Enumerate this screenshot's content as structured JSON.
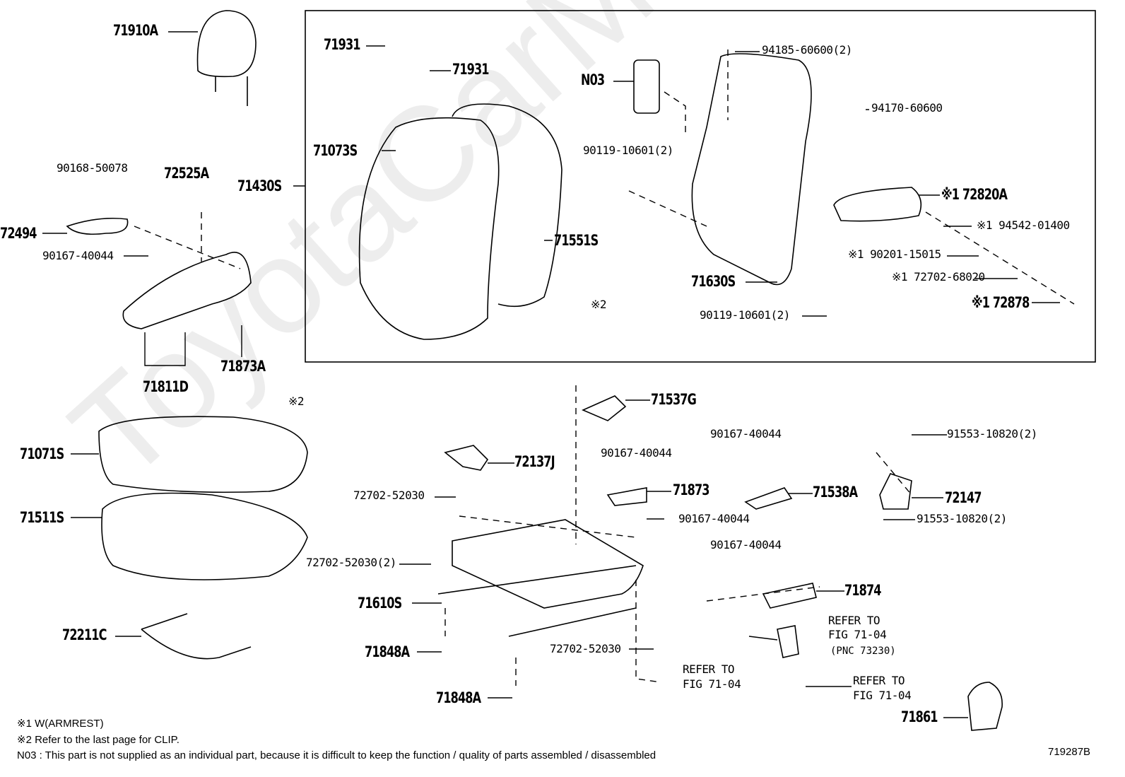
{
  "watermark": "ToyotaCarMe.ru",
  "figure_code": "719287B",
  "labels": [
    {
      "text": "71910A",
      "size": "L"
    },
    {
      "text": "71931",
      "size": "L"
    },
    {
      "text": "71931",
      "size": "L"
    },
    {
      "text": "N03",
      "size": "L"
    },
    {
      "text": "94185-60600(2)",
      "size": "S"
    },
    {
      "text": "94170-60600",
      "size": "S"
    },
    {
      "text": "71073S",
      "size": "L"
    },
    {
      "text": "90119-10601(2)",
      "size": "S"
    },
    {
      "text": "71430S",
      "size": "L"
    },
    {
      "text": "90168-50078",
      "size": "S"
    },
    {
      "text": "72525A",
      "size": "L"
    },
    {
      "text": "※1 72820A",
      "size": "L"
    },
    {
      "text": "72494",
      "size": "L"
    },
    {
      "text": "90167-40044",
      "size": "S"
    },
    {
      "text": "71551S",
      "size": "L"
    },
    {
      "text": "※1 94542-01400",
      "size": "S"
    },
    {
      "text": "※1 90201-15015",
      "size": "S"
    },
    {
      "text": "※1 72702-68020",
      "size": "S"
    },
    {
      "text": "71630S",
      "size": "L"
    },
    {
      "text": "※1 72878",
      "size": "L"
    },
    {
      "text": "※2",
      "size": "S"
    },
    {
      "text": "90119-10601(2)",
      "size": "S"
    },
    {
      "text": "71873A",
      "size": "L"
    },
    {
      "text": "71811D",
      "size": "L"
    },
    {
      "text": "※2",
      "size": "S"
    },
    {
      "text": "71537G",
      "size": "L"
    },
    {
      "text": "90167-40044",
      "size": "S"
    },
    {
      "text": "91553-10820(2)",
      "size": "S"
    },
    {
      "text": "71071S",
      "size": "L"
    },
    {
      "text": "90167-40044",
      "size": "S"
    },
    {
      "text": "72137J",
      "size": "L"
    },
    {
      "text": "71873",
      "size": "L"
    },
    {
      "text": "71538A",
      "size": "L"
    },
    {
      "text": "72147",
      "size": "L"
    },
    {
      "text": "72702-52030",
      "size": "S"
    },
    {
      "text": "71511S",
      "size": "L"
    },
    {
      "text": "90167-40044",
      "size": "S"
    },
    {
      "text": "91553-10820(2)",
      "size": "S"
    },
    {
      "text": "90167-40044",
      "size": "S"
    },
    {
      "text": "72702-52030(2)",
      "size": "S"
    },
    {
      "text": "71874",
      "size": "L"
    },
    {
      "text": "71610S",
      "size": "L"
    },
    {
      "text": "REFER TO",
      "size": "S"
    },
    {
      "text": "FIG 71-04",
      "size": "S"
    },
    {
      "text": "(PNC 73230)",
      "size": "XS"
    },
    {
      "text": "72211C",
      "size": "L"
    },
    {
      "text": "71848A",
      "size": "L"
    },
    {
      "text": "72702-52030",
      "size": "S"
    },
    {
      "text": "REFER TO",
      "size": "S"
    },
    {
      "text": "FIG 71-04",
      "size": "S"
    },
    {
      "text": "REFER TO",
      "size": "S"
    },
    {
      "text": "FIG 71-04",
      "size": "S"
    },
    {
      "text": "71848A",
      "size": "L"
    },
    {
      "text": "71861",
      "size": "L"
    }
  ],
  "notes": [
    "※1  W(ARMREST)",
    "※2 Refer to the last page for CLIP.",
    "N03 : This part is not supplied as an individual part, because it is difficult to keep the function / quality of parts assembled / disassembled"
  ]
}
